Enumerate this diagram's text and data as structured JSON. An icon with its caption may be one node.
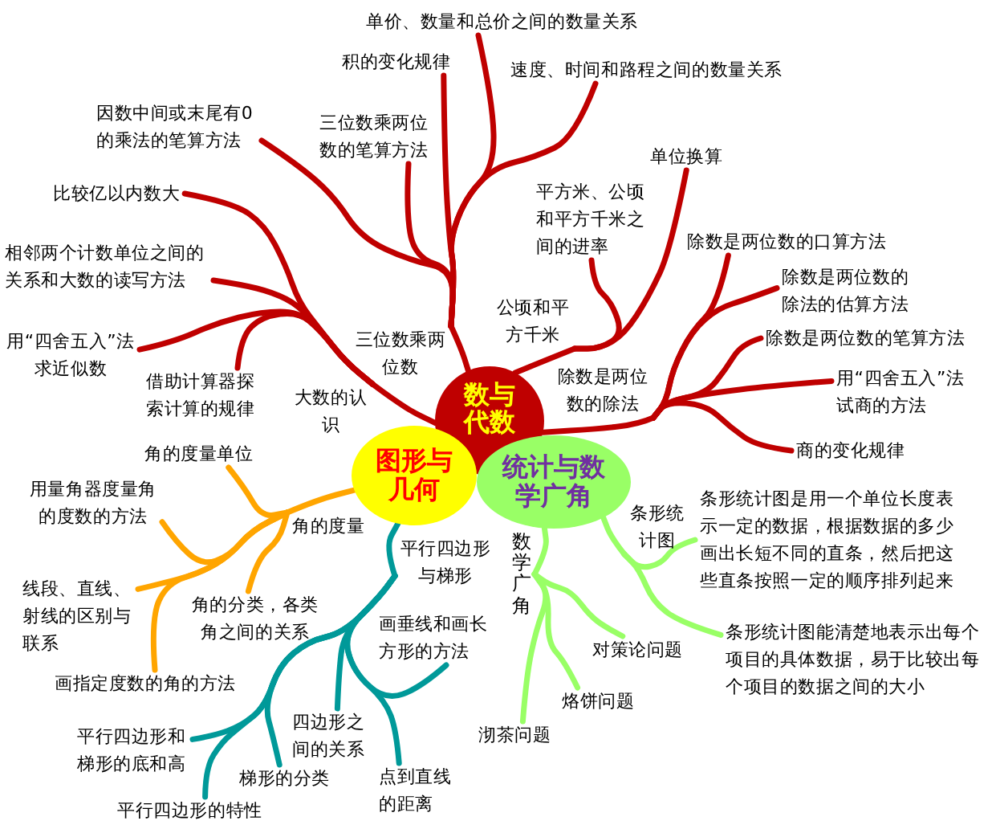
{
  "diagram": {
    "nodes": [
      {
        "text": [
          "数与代数"
        ]
      },
      {
        "text": [
          "图形与几何"
        ]
      },
      {
        "text": [
          "统计与数学广角"
        ]
      },
      {
        "text": [
          "三位数乘两位数"
        ]
      },
      {
        "text": [
          "因数中间或末尾有0的乘法的笔算方法"
        ]
      },
      {
        "text": [
          "三位数乘两位数的笔算方法"
        ]
      },
      {
        "text": [
          "积的变化规律"
        ]
      },
      {
        "text": [
          "单价、数量和总价之间的数量关系"
        ]
      },
      {
        "text": [
          "速度、时间和路程之间的数量关系"
        ]
      },
      {
        "text": [
          "大数的认识"
        ]
      },
      {
        "text": [
          "比较亿以内数大"
        ]
      },
      {
        "text": [
          "相邻两个计数单位之间的关系和大数的读写方法"
        ]
      },
      {
        "text": [
          "用“四舍五入”法求近似数"
        ]
      },
      {
        "text": [
          "借助计算器探索计算的规律"
        ]
      },
      {
        "text": [
          "公顷和平方千米"
        ]
      },
      {
        "text": [
          "单位换算"
        ]
      },
      {
        "text": [
          "平方米、公顷和平方千米之间的进率"
        ]
      },
      {
        "text": [
          "除数是两位数的除法"
        ]
      },
      {
        "text": [
          "除数是两位数的口算方法"
        ]
      },
      {
        "text": [
          "除数是两位数的除法的估算方法"
        ]
      },
      {
        "text": [
          "除数是两位数的笔算方法"
        ]
      },
      {
        "text": [
          "用“四舍五入”法试商的方法"
        ]
      },
      {
        "text": [
          "商的变化规律"
        ]
      },
      {
        "text": [
          "角的度量"
        ]
      },
      {
        "text": [
          "角的度量单位"
        ]
      },
      {
        "text": [
          "用量角器度量角的度数的方法"
        ]
      },
      {
        "text": [
          "线段、直线、射线的区别与联系"
        ]
      },
      {
        "text": [
          "角的分类，各类角之间的关系"
        ]
      },
      {
        "text": [
          "画指定度数的角的方法"
        ]
      },
      {
        "text": [
          "平行四边形与梯形"
        ]
      },
      {
        "text": [
          "画垂线和画长方形的方法"
        ]
      },
      {
        "text": [
          "四边形之间的关系"
        ]
      },
      {
        "text": [
          "点到直线的距离"
        ]
      },
      {
        "text": [
          "梯形的分类"
        ]
      },
      {
        "text": [
          "平行四边形和梯形的底和高"
        ]
      },
      {
        "text": [
          "平行四边形的特性"
        ]
      },
      {
        "text": [
          "数学广角"
        ]
      },
      {
        "text": [
          "对策论问题"
        ]
      },
      {
        "text": [
          "烙饼问题"
        ]
      },
      {
        "text": [
          "沏茶问题"
        ]
      },
      {
        "text": [
          "条形统计图"
        ]
      },
      {
        "text": [
          "条形统计图是用一个单位长度表示一定的数据，根据数据的多少画出长短不同的直条，然后把这些直条按照一定的顺序排列起来"
        ]
      },
      {
        "text": [
          "条形统计图能清楚地表示出每个项目的具体数据，易于比较出每个项目的数据之间的大小"
        ]
      }
    ],
    "edges": [
      {
        "from": 0,
        "to": 3,
        "arrow": "none"
      },
      {
        "from": 3,
        "to": 4,
        "arrow": "none"
      },
      {
        "from": 3,
        "to": 5,
        "arrow": "none"
      },
      {
        "from": 3,
        "to": 6,
        "arrow": "none"
      },
      {
        "from": 3,
        "to": 7,
        "arrow": "none"
      },
      {
        "from": 3,
        "to": 8,
        "arrow": "none"
      },
      {
        "from": 0,
        "to": 9,
        "arrow": "none"
      },
      {
        "from": 9,
        "to": 10,
        "arrow": "none"
      },
      {
        "from": 9,
        "to": 11,
        "arrow": "none"
      },
      {
        "from": 9,
        "to": 12,
        "arrow": "none"
      },
      {
        "from": 9,
        "to": 13,
        "arrow": "none"
      },
      {
        "from": 0,
        "to": 14,
        "arrow": "none"
      },
      {
        "from": 14,
        "to": 15,
        "arrow": "none"
      },
      {
        "from": 14,
        "to": 16,
        "arrow": "none"
      },
      {
        "from": 0,
        "to": 17,
        "arrow": "none"
      },
      {
        "from": 17,
        "to": 18,
        "arrow": "none"
      },
      {
        "from": 17,
        "to": 19,
        "arrow": "none"
      },
      {
        "from": 17,
        "to": 20,
        "arrow": "none"
      },
      {
        "from": 17,
        "to": 21,
        "arrow": "none"
      },
      {
        "from": 17,
        "to": 22,
        "arrow": "none"
      },
      {
        "from": 1,
        "to": 23,
        "arrow": "none",
        "color": "#ffa500"
      },
      {
        "from": 23,
        "to": 24,
        "arrow": "none",
        "color": "#ffa500"
      },
      {
        "from": 23,
        "to": 25,
        "arrow": "none",
        "color": "#ffa500"
      },
      {
        "from": 23,
        "to": 26,
        "arrow": "none",
        "color": "#ffa500"
      },
      {
        "from": 23,
        "to": 27,
        "arrow": "none",
        "color": "#ffa500"
      },
      {
        "from": 23,
        "to": 28,
        "arrow": "none",
        "color": "#ffa500"
      },
      {
        "from": 1,
        "to": 29,
        "arrow": "none",
        "color": "#009999"
      },
      {
        "from": 29,
        "to": 30,
        "arrow": "none",
        "color": "#009999"
      },
      {
        "from": 29,
        "to": 31,
        "arrow": "none",
        "color": "#009999"
      },
      {
        "from": 29,
        "to": 32,
        "arrow": "none",
        "color": "#009999"
      },
      {
        "from": 29,
        "to": 33,
        "arrow": "none",
        "color": "#009999"
      },
      {
        "from": 29,
        "to": 34,
        "arrow": "none",
        "color": "#009999"
      },
      {
        "from": 29,
        "to": 35,
        "arrow": "none",
        "color": "#009999"
      },
      {
        "from": 2,
        "to": 36,
        "arrow": "none",
        "color": "#99ff66"
      },
      {
        "from": 36,
        "to": 37,
        "arrow": "none",
        "color": "#99ff66"
      },
      {
        "from": 36,
        "to": 38,
        "arrow": "none",
        "color": "#99ff66"
      },
      {
        "from": 36,
        "to": 39,
        "arrow": "none",
        "color": "#99ff66"
      },
      {
        "from": 2,
        "to": 40,
        "arrow": "none",
        "color": "#99ff66"
      },
      {
        "from": 40,
        "to": 41,
        "arrow": "none",
        "color": "#99ff66"
      },
      {
        "from": 40,
        "to": 42,
        "arrow": "none",
        "color": "#99ff66"
      }
    ]
  }
}
